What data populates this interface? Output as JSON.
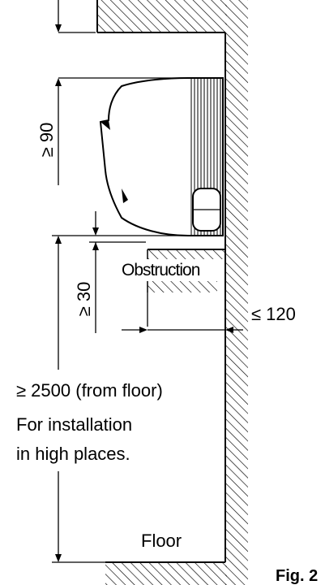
{
  "labels": {
    "dim_top": "≥ 90",
    "dim_mid": "≥ 30",
    "dim_side": "≤ 120",
    "obstruction": "Obstruction",
    "floor_note": "≥ 2500 (from floor)",
    "install_line1": "For installation",
    "install_line2": "in high places.",
    "floor": "Floor",
    "fig": "Fig. 2"
  }
}
